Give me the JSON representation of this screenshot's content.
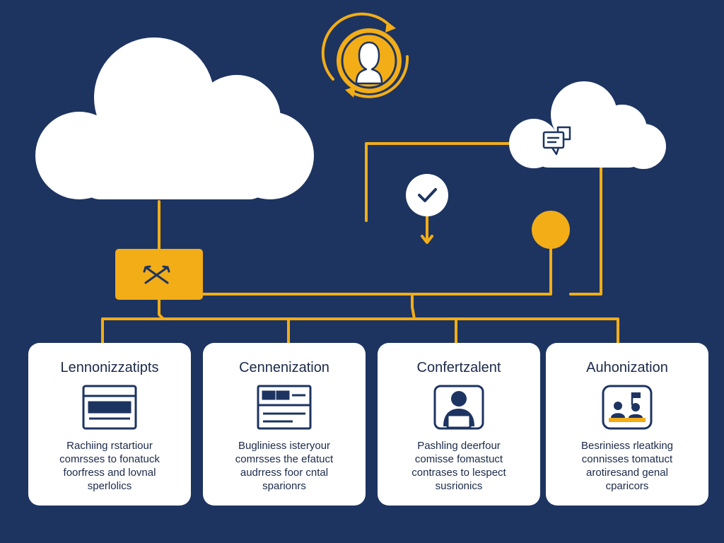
{
  "colors": {
    "background": "#1d3461",
    "accent": "#f2ad17",
    "card": "#ffffff",
    "ink": "#1b2a4a"
  },
  "icons": {
    "user": "user-avatar-icon",
    "sync": "sync-arrows-icon",
    "chat": "chat-bubble-icon",
    "check": "checkmark-icon",
    "hub": "network-hub-icon"
  },
  "cards": [
    {
      "title": "Lennonizzatipts",
      "icon": "browser-window-icon",
      "lines": [
        "Rachiing rstartiour",
        "comrsses to fonatuck",
        "foorfress and lovnal",
        "sperlolics"
      ]
    },
    {
      "title": "Cennenization",
      "icon": "dashboard-window-icon",
      "lines": [
        "Bugliniess isteryour",
        "comrsses the efatuct",
        "audrress foor cntal",
        "sparionrs"
      ]
    },
    {
      "title": "Confertzalent",
      "icon": "person-at-desk-icon",
      "lines": [
        "Pashling deerfour",
        "comisse fomastuct",
        "contrases to lespect",
        "susrionics"
      ]
    },
    {
      "title": "Auhonization",
      "icon": "presentation-icon",
      "lines": [
        "Besriniess rleatking",
        "connisses tomatuct",
        "arotiresand genal",
        "cparicors"
      ]
    }
  ]
}
